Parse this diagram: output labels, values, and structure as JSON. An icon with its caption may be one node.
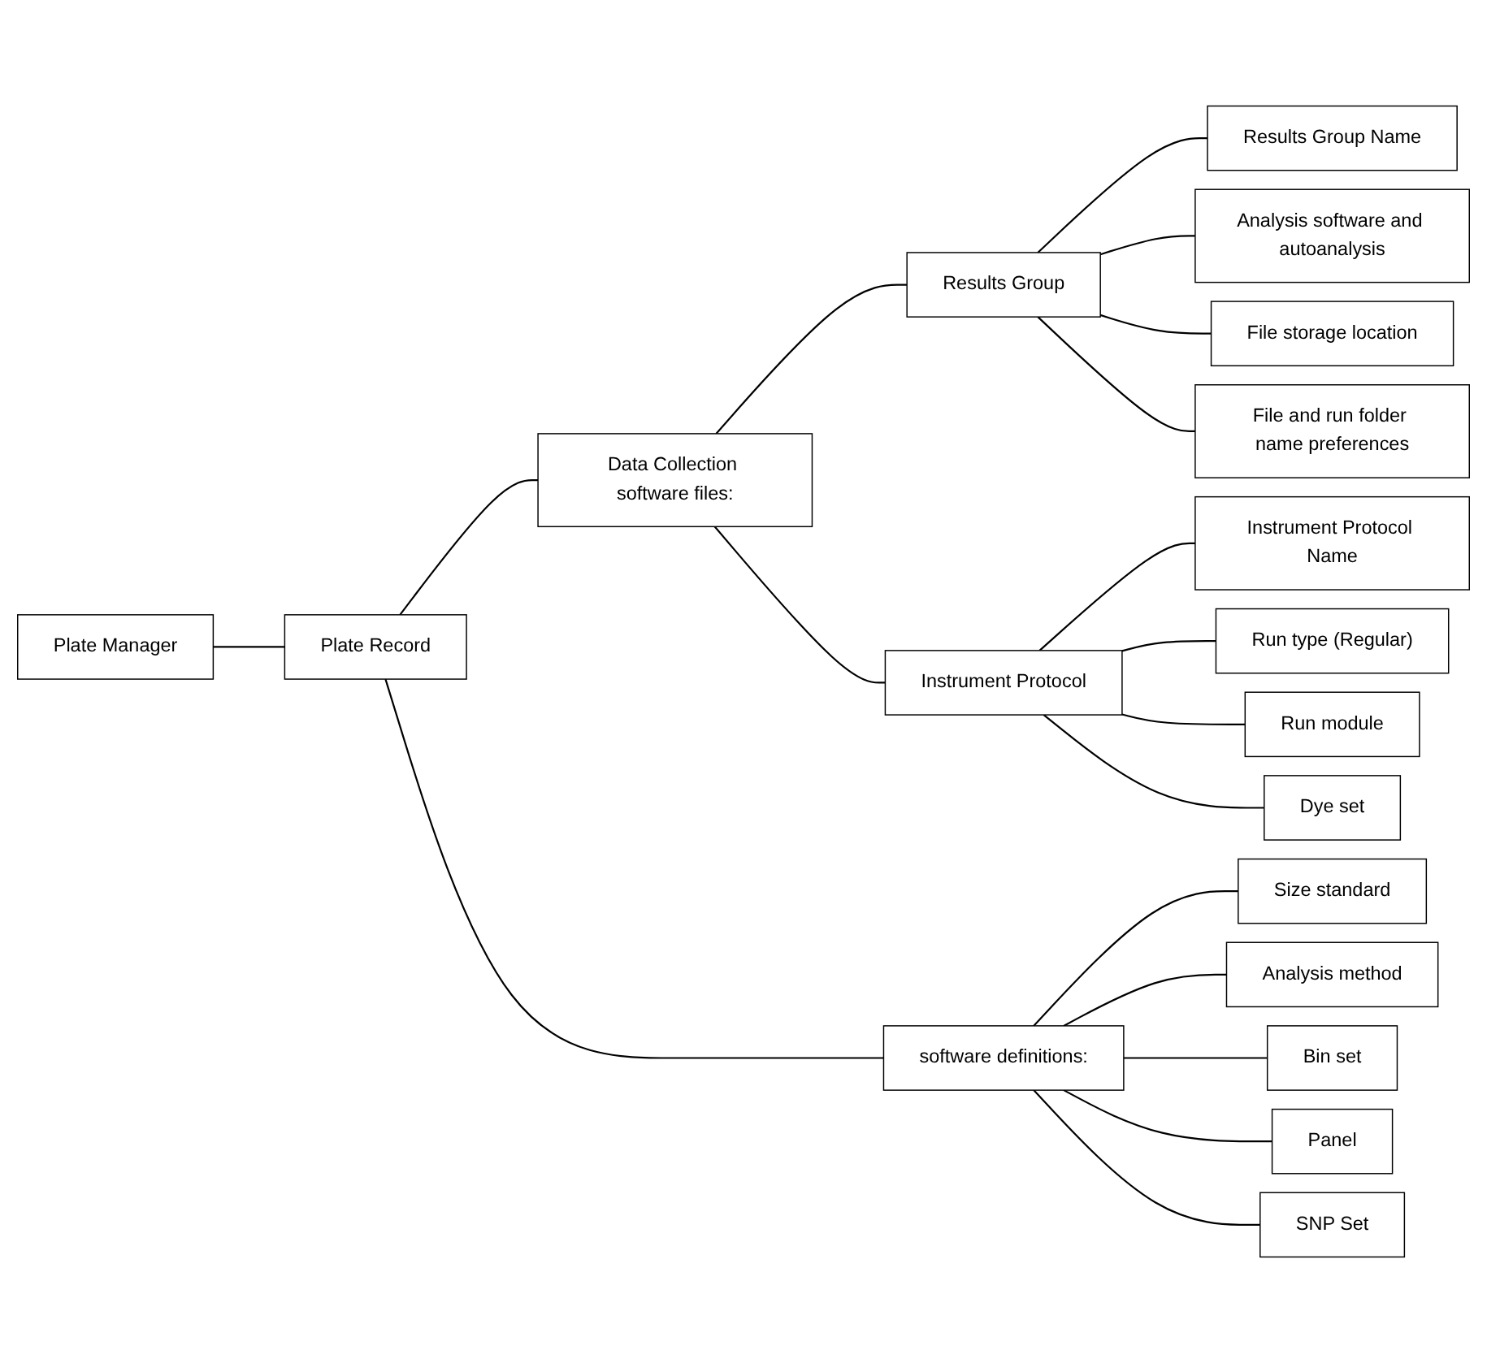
{
  "diagram": {
    "nodes": [
      {
        "text": [
          "Plate Manager"
        ]
      },
      {
        "text": [
          "Plate Record"
        ]
      },
      {
        "text": [
          "Data Collection software files:"
        ]
      },
      {
        "text": [
          "software definitions:"
        ]
      },
      {
        "text": [
          "Results Group"
        ]
      },
      {
        "text": [
          "Instrument Protocol"
        ]
      },
      {
        "text": [
          "Results Group Name"
        ]
      },
      {
        "text": [
          "Analysis software and autoanalysis"
        ]
      },
      {
        "text": [
          "File storage location"
        ]
      },
      {
        "text": [
          "File and run folder name preferences"
        ]
      },
      {
        "text": [
          "Instrument Protocol Name"
        ]
      },
      {
        "text": [
          "Run type (Regular)"
        ]
      },
      {
        "text": [
          "Run module"
        ]
      },
      {
        "text": [
          "Dye set"
        ]
      },
      {
        "text": [
          "Size standard"
        ]
      },
      {
        "text": [
          "Analysis method"
        ]
      },
      {
        "text": [
          "Bin set"
        ]
      },
      {
        "text": [
          "Panel"
        ]
      },
      {
        "text": [
          "SNP Set"
        ]
      }
    ],
    "edges": [
      {
        "from": 0,
        "to": 1,
        "arrow": "none"
      },
      {
        "from": 1,
        "to": 2,
        "arrow": "none"
      },
      {
        "from": 1,
        "to": 3,
        "arrow": "none"
      },
      {
        "from": 2,
        "to": 4,
        "arrow": "none"
      },
      {
        "from": 2,
        "to": 5,
        "arrow": "none"
      },
      {
        "from": 4,
        "to": 6,
        "arrow": "none"
      },
      {
        "from": 4,
        "to": 7,
        "arrow": "none"
      },
      {
        "from": 4,
        "to": 8,
        "arrow": "none"
      },
      {
        "from": 4,
        "to": 9,
        "arrow": "none"
      },
      {
        "from": 5,
        "to": 10,
        "arrow": "none"
      },
      {
        "from": 5,
        "to": 11,
        "arrow": "none"
      },
      {
        "from": 5,
        "to": 12,
        "arrow": "none"
      },
      {
        "from": 5,
        "to": 13,
        "arrow": "none"
      },
      {
        "from": 3,
        "to": 14,
        "arrow": "none"
      },
      {
        "from": 3,
        "to": 15,
        "arrow": "none"
      },
      {
        "from": 3,
        "to": 16,
        "arrow": "none"
      },
      {
        "from": 3,
        "to": 17,
        "arrow": "none"
      },
      {
        "from": 3,
        "to": 18,
        "arrow": "none"
      }
    ]
  }
}
